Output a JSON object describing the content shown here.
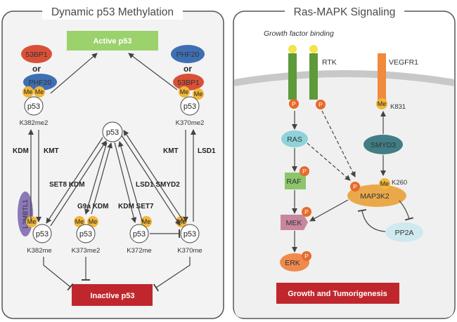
{
  "left_panel": {
    "title": "Dynamic p53 Methylation",
    "active_label": "Active p53",
    "inactive_label": "Inactive p53",
    "center_p53": "p53",
    "left_top": {
      "reader_top": "53BP1",
      "or": "or",
      "reader_bottom": "PHF20",
      "me1": "Me",
      "me2": "Me",
      "p53": "p53",
      "site": "K382me2"
    },
    "right_top": {
      "reader_top": "PHF20",
      "or": "or",
      "reader_bottom": "53BP1",
      "me1": "Me",
      "me2": "Me",
      "p53": "p53",
      "site": "K370me2"
    },
    "left_enzymes": {
      "left": "KDM",
      "right": "KMT"
    },
    "right_enzymes": {
      "left": "KMT",
      "right": "LSD1"
    },
    "k382": {
      "reader": "L3MBTL1",
      "me": "Me",
      "p53": "p53",
      "site": "K382me",
      "enzymes": "SET8 KDM"
    },
    "k373": {
      "me1": "Me",
      "me2": "Me",
      "p53": "p53",
      "site": "K373me2",
      "enzymes": "G9a KDM"
    },
    "k372": {
      "me": "Me",
      "p53": "p53",
      "site": "K372me",
      "enzymes": "KDM SET7"
    },
    "k370": {
      "me": "Me",
      "p53": "p53",
      "site": "K370me",
      "enzymes": "LSD1 SMYD2"
    }
  },
  "right_panel": {
    "title": "Ras-MAPK Signaling",
    "subtitle": "Growth factor binding",
    "rtk": "RTK",
    "vegfr1": "VEGFR1",
    "k831": "K831",
    "smyd3": "SMYD3",
    "k260": "K260",
    "ras": "RAS",
    "raf": "RAF",
    "mek": "MEK",
    "erk": "ERK",
    "map3k2": "MAP3K2",
    "pp2a": "PP2A",
    "me": "Me",
    "phos": "P",
    "outcome": "Growth and Tumorigenesis"
  },
  "colors": {
    "active_green": "#9bd26b",
    "inactive_red": "#c0272d",
    "orange": "#f08a3c",
    "red_reader": "#d95037",
    "blue_reader": "#3f6fb3",
    "me_yellow": "#f2b73a",
    "rtk_green": "#5d9a3a",
    "ras_teal": "#8fd3da",
    "smyd3_teal": "#417d84",
    "raf_green": "#8cc56a",
    "mek_pink": "#c8879e",
    "erk_orange": "#ef8a4e",
    "map3k2_gold": "#e9a94a",
    "pp2a_blue": "#cfe9ee",
    "l3mbtl1_purple": "#8b78b9"
  }
}
